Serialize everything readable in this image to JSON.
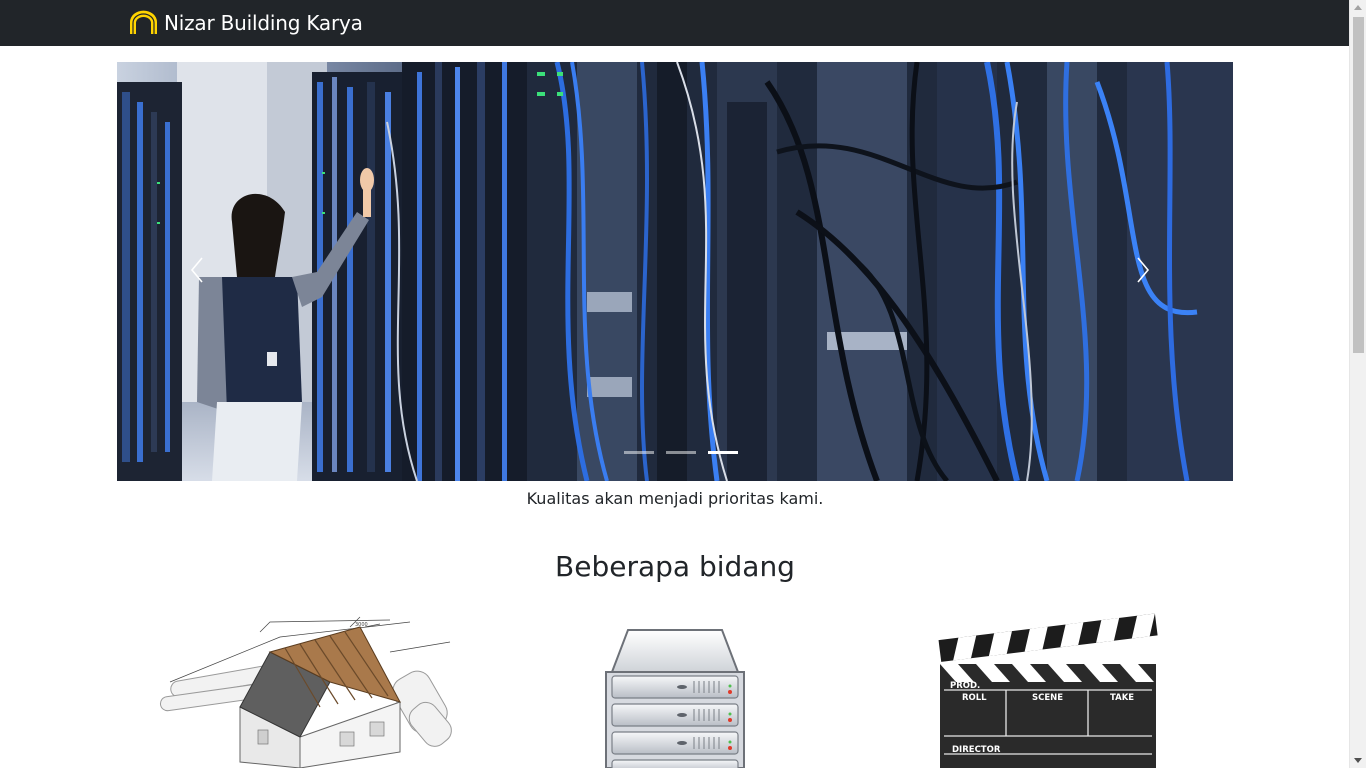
{
  "navbar": {
    "brand_name": "Nizar Building Karya",
    "brand_logo": "arch-logo",
    "logo_color": "#ffd400",
    "background": "#212529"
  },
  "carousel": {
    "slide_count": 3,
    "active_index": 2,
    "prev_icon": "chevron-left-icon",
    "next_icon": "chevron-right-icon"
  },
  "tagline": "Kualitas akan menjadi prioritas kami.",
  "fields_section": {
    "title": "Beberapa bidang",
    "items": [
      {
        "icon": "house-blueprint-icon"
      },
      {
        "icon": "server-icon"
      },
      {
        "icon": "clapperboard-icon",
        "labels": [
          "PROD.",
          "ROLL",
          "SCENE",
          "TAKE",
          "DIRECTOR"
        ]
      }
    ]
  }
}
